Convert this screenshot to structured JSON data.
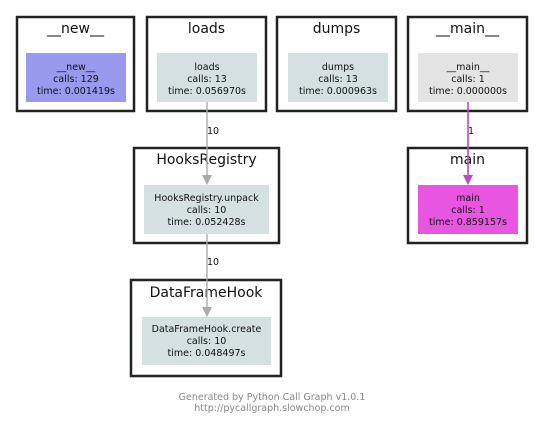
{
  "clusters": [
    {
      "id": "new",
      "title": "__new__",
      "node": {
        "name": "__new__",
        "calls": "calls: 129",
        "time": "time: 0.001419s",
        "color": "#9999ee"
      }
    },
    {
      "id": "loads",
      "title": "loads",
      "node": {
        "name": "loads",
        "calls": "calls: 13",
        "time": "time: 0.056970s",
        "color": "#d5e0e3"
      }
    },
    {
      "id": "dumps",
      "title": "dumps",
      "node": {
        "name": "dumps",
        "calls": "calls: 13",
        "time": "time: 0.000963s",
        "color": "#d5e0e3"
      }
    },
    {
      "id": "main_dunder",
      "title": "__main__",
      "node": {
        "name": "__main__",
        "calls": "calls: 1",
        "time": "time: 0.000000s",
        "color": "#e4e4e4"
      }
    },
    {
      "id": "hooksregistry",
      "title": "HooksRegistry",
      "node": {
        "name": "HooksRegistry.unpack",
        "calls": "calls: 10",
        "time": "time: 0.052428s",
        "color": "#d5e0e3"
      }
    },
    {
      "id": "main",
      "title": "main",
      "node": {
        "name": "main",
        "calls": "calls: 1",
        "time": "time: 0.859157s",
        "color": "#e855e0"
      }
    },
    {
      "id": "dataframehook",
      "title": "DataFrameHook",
      "node": {
        "name": "DataFrameHook.create",
        "calls": "calls: 10",
        "time": "time: 0.048497s",
        "color": "#d5e0e3"
      }
    }
  ],
  "edges": [
    {
      "id": "loads-to-unpack",
      "label": "10",
      "color": "#aaaaaa"
    },
    {
      "id": "unpack-to-create",
      "label": "10",
      "color": "#aaaaaa"
    },
    {
      "id": "maindunder-to-main",
      "label": "1",
      "color": "#b24ec0"
    }
  ],
  "footer": {
    "line1": "Generated by Python Call Graph v1.0.1",
    "line2": "http://pycallgraph.slowchop.com"
  }
}
